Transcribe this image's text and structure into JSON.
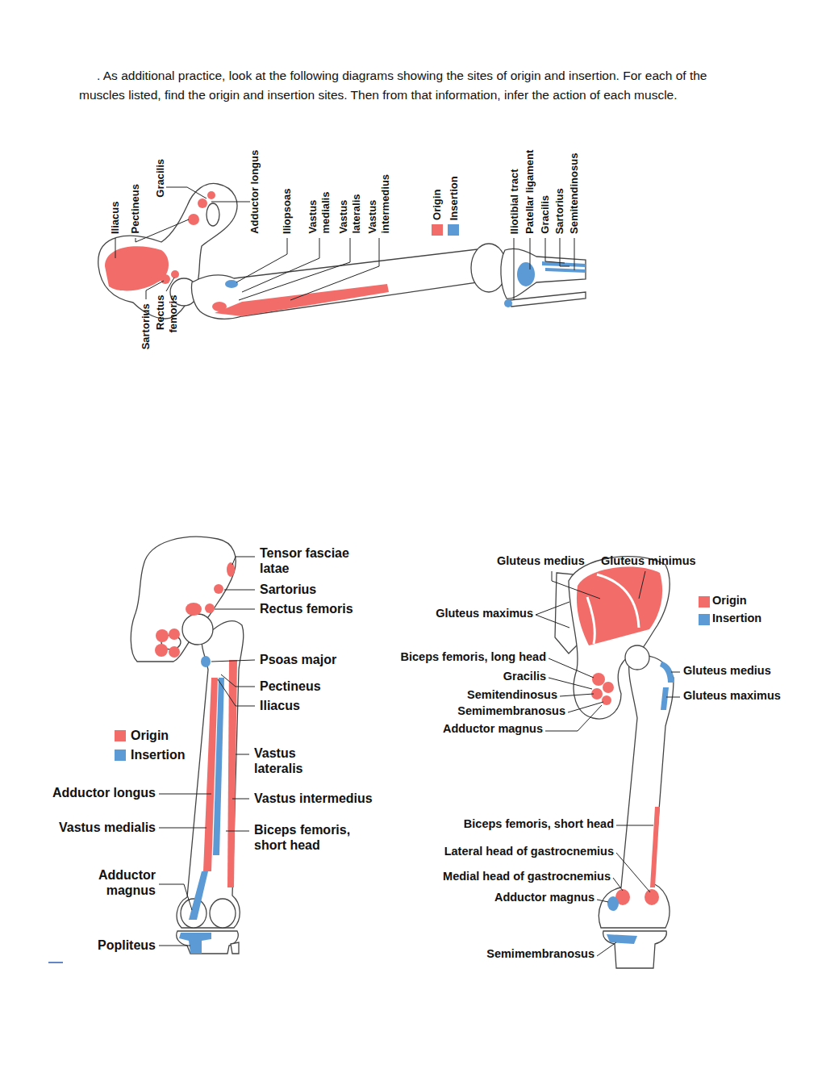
{
  "diagram": {
    "labels": [
      ". As additional practice, look at the following diagrams showing the sites of origin and insertion. For each of the muscles listed, find the origin and insertion sites. Then from that information, infer the action of each muscle.",
      "Iliacus",
      "Pectineus",
      "Gracilis",
      "Adductor longus",
      "Iliopsoas",
      "Vastus medialis",
      "Vastus lateralis",
      "Vastus intermedius",
      "Iliotibial tract",
      "Patellar ligament",
      "Gracilis",
      "Sartorius",
      "Semitendinosus",
      "Sartorius",
      "Rectus femoris",
      "Tensor fasciae latae",
      "Sartorius",
      "Rectus femoris",
      "Psoas major",
      "Pectineus",
      "Iliacus",
      "Vastus lateralis",
      "Vastus intermedius",
      "Biceps femoris, short head",
      "Adductor longus",
      "Vastus medialis",
      "Adductor magnus",
      "Popliteus",
      "Gluteus medius",
      "Gluteus minimus",
      "Gluteus maximus",
      "Biceps femoris, long head",
      "Gracilis",
      "Semitendinosus",
      "Semimembranosus",
      "Adductor magnus",
      "Gluteus medius",
      "Gluteus maximus",
      "Biceps femoris, short head",
      "Lateral head of gastrocnemius",
      "Medial head of gastrocnemius",
      "Adductor magnus",
      "Semimembranosus"
    ],
    "legend": [
      {
        "text": "Origin",
        "color": "#f26d6a"
      },
      {
        "text": "Insertion",
        "color": "#5b9ad5"
      },
      {
        "text": "Origin",
        "color": "#f26d6a"
      },
      {
        "text": "Insertion",
        "color": "#5b9ad5"
      },
      {
        "text": "Origin",
        "color": "#f26d6a"
      },
      {
        "text": "Insertion",
        "color": "#5b9ad5"
      }
    ]
  }
}
